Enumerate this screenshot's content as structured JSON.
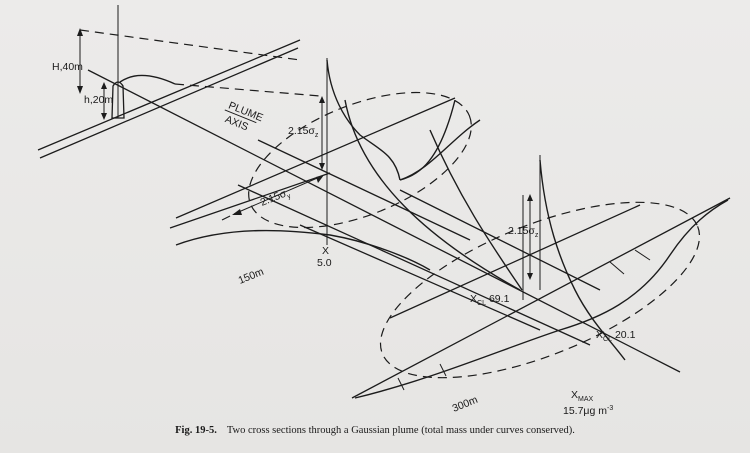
{
  "labels": {
    "stack_height": "H,40m",
    "physical_height": "h,20m",
    "plume_axis_line1": "PLUME",
    "plume_axis_line2": "AXIS",
    "sigma_z_label_1": "2.15σ",
    "sigma_z_sub_1": "z",
    "sigma_y_label": "2.15σ",
    "sigma_y_sub": "y",
    "x_label": "X",
    "x_value": "5.0",
    "distance_150": "150m",
    "xcl_1_main": "X",
    "xcl_1_sub": "CL",
    "xcl_1_value": "69.1",
    "sigma_z_label_2": "2.15σ",
    "sigma_z_sub_2": "z",
    "xcl_2_main": "X",
    "xcl_2_sub": "CL",
    "xcl_2_value": "20.1",
    "distance_300": "300m",
    "xmax_main": "X",
    "xmax_sub": "MAX",
    "xmax_value": "15.7μg m",
    "xmax_exp": "-3"
  },
  "caption": {
    "figure_number": "Fig. 19-5.",
    "text": "Two cross sections through a Gaussian plume (total mass under curves conserved)."
  }
}
